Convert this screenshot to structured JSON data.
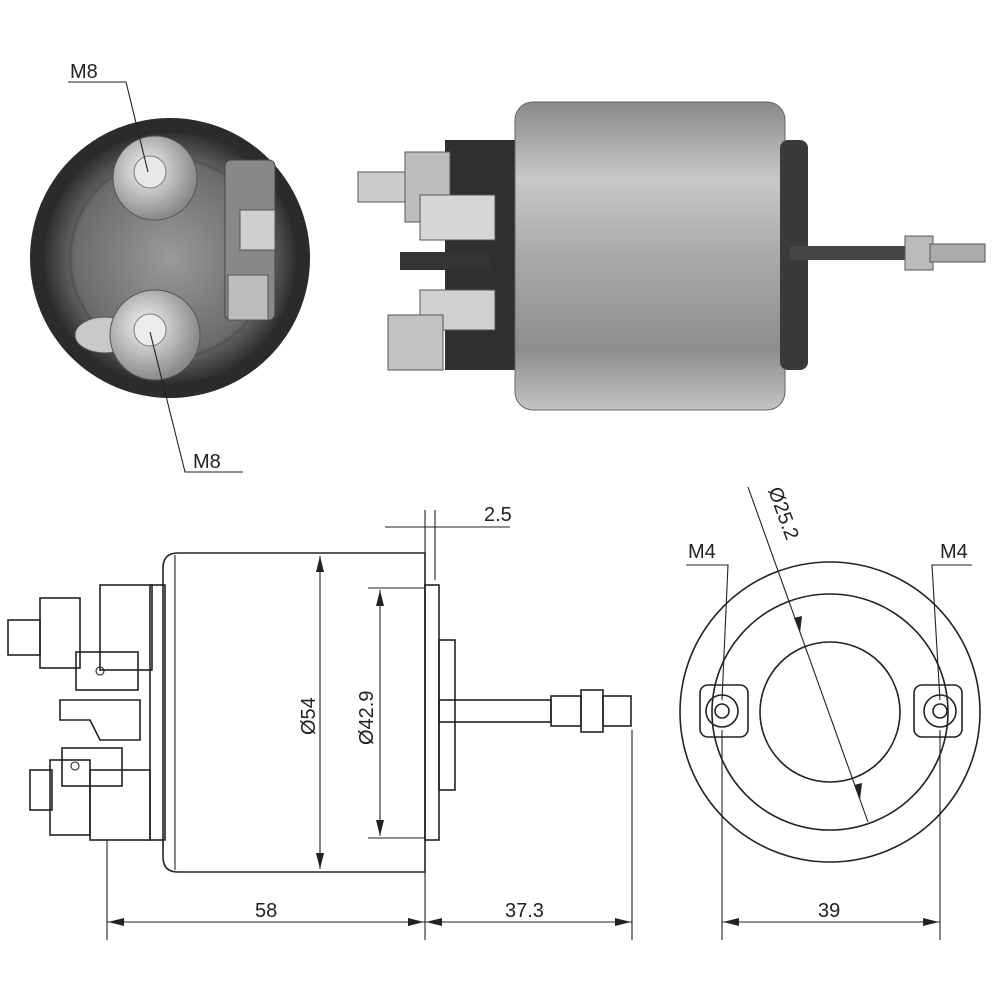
{
  "photo_end_view": {
    "thread_label_top": "M8",
    "thread_label_bottom": "M8"
  },
  "side_view": {
    "flange_thickness": "2.5",
    "body_diameter": "Ø54",
    "flange_diameter": "Ø42.9",
    "body_length": "58",
    "plunger_length": "37.3"
  },
  "end_view": {
    "thread_label_left": "M4",
    "thread_label_right": "M4",
    "inner_diameter": "Ø25.2",
    "terminal_spacing": "39"
  },
  "colors": {
    "line": "#222222",
    "metal_light": "#d8d8d8",
    "metal_dark": "#3a3a3a"
  }
}
